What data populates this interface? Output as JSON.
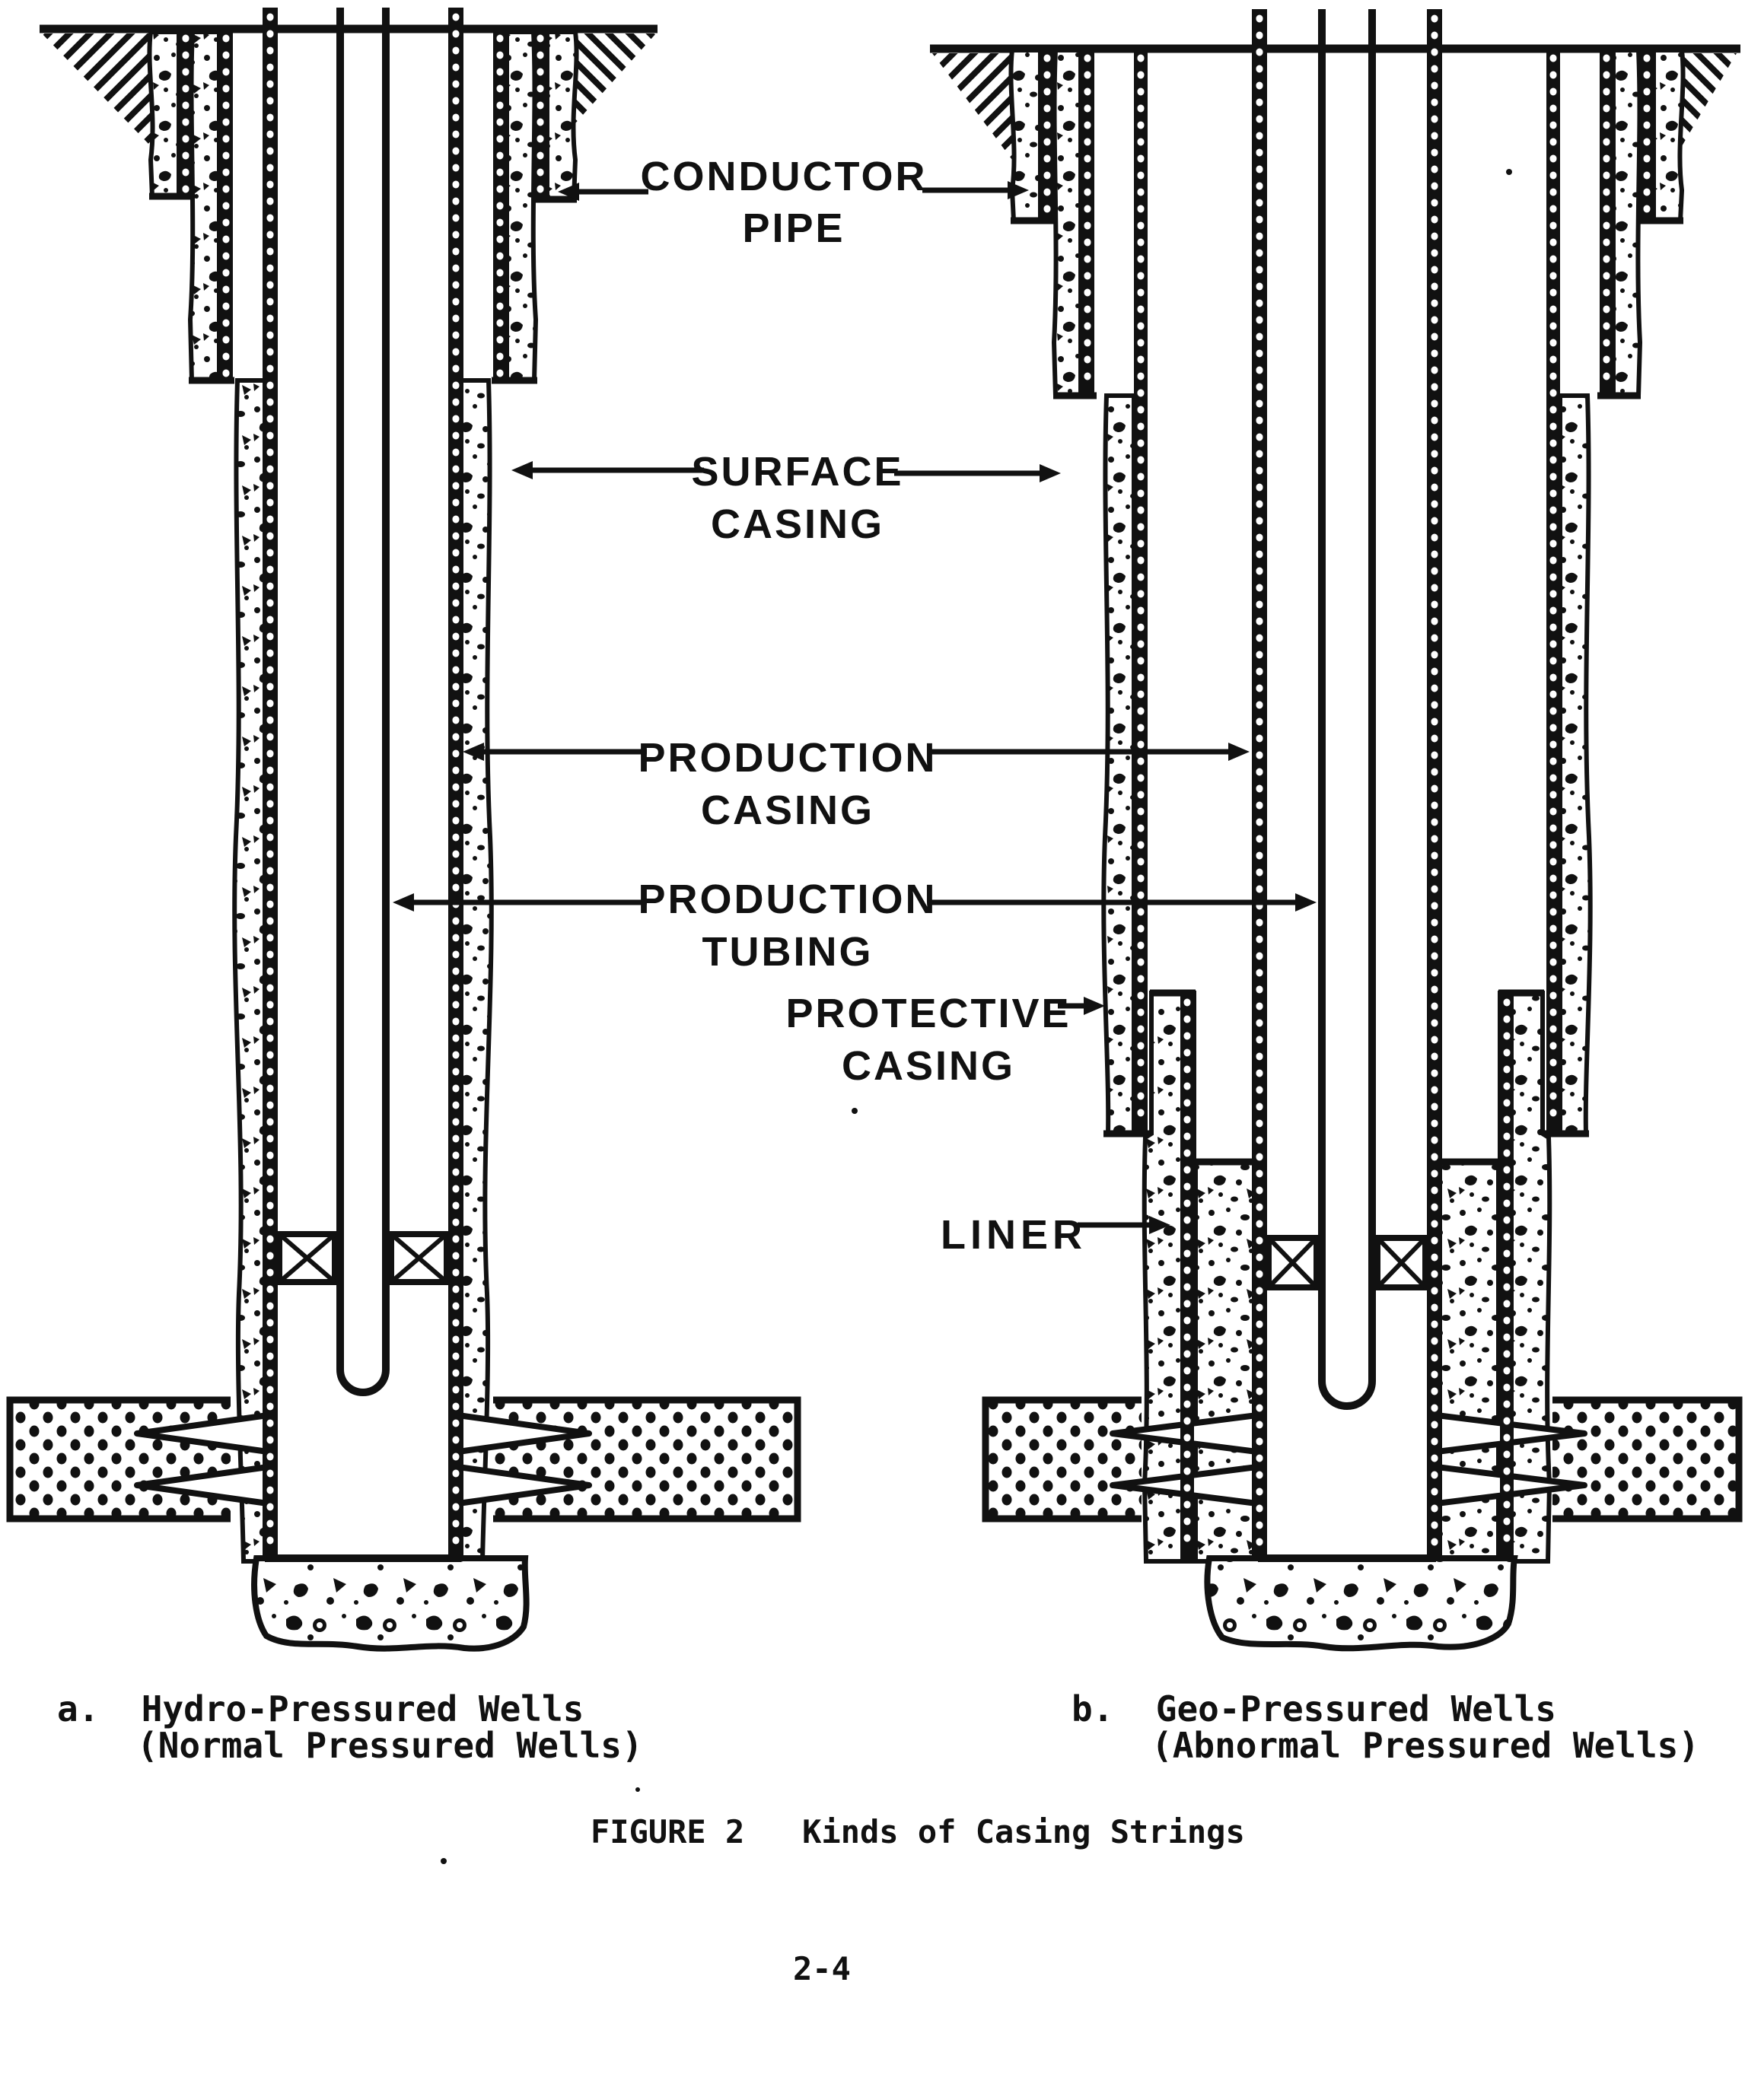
{
  "figure": {
    "labels": {
      "conductor_pipe": {
        "line1": "CONDUCTOR",
        "line2": "PIPE"
      },
      "surface_casing": {
        "line1": "SURFACE",
        "line2": "CASING"
      },
      "production_casing": {
        "line1": "PRODUCTION",
        "line2": "CASING"
      },
      "production_tubing": {
        "line1": "PRODUCTION",
        "line2": "TUBING"
      },
      "protective_casing": {
        "line1": "PROTECTIVE",
        "line2": "CASING"
      },
      "liner": {
        "label": "LINER"
      }
    },
    "captions": {
      "well_a_line1": "a.  Hydro-Pressured Wells",
      "well_a_line2": "(Normal Pressured Wells)",
      "well_b_line1": "b.  Geo-Pressured Wells",
      "well_b_line2": "(Abnormal Pressured Wells)"
    },
    "title": "FIGURE 2   Kinds of Casing Strings",
    "page_number": "2-4",
    "colors": {
      "ink": "#111111",
      "paper": "#ffffff"
    }
  }
}
